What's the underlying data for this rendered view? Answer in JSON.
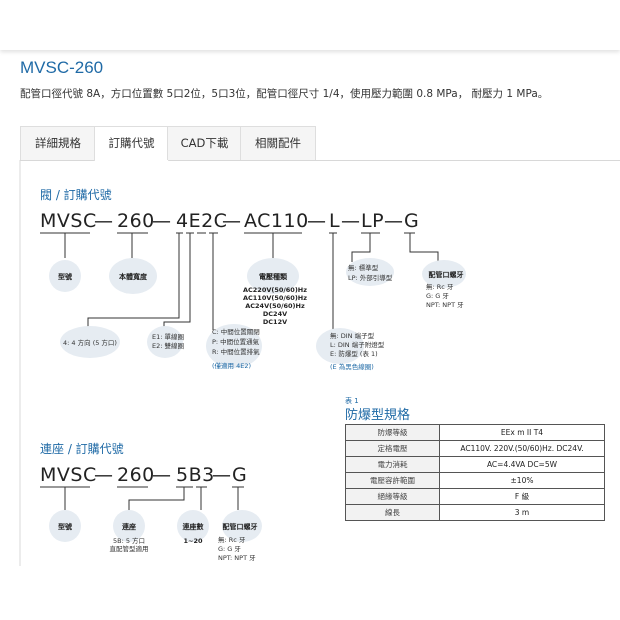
{
  "header": {
    "title": "MVSC-260",
    "description": "配管口徑代號 8A，方口位置數 5口2位，5口3位，配管口徑尺寸 1/4，使用壓力範圍 0.8 MPa， 耐壓力 1 MPa。"
  },
  "tabs": [
    {
      "label": "詳細規格",
      "active": false
    },
    {
      "label": "訂購代號",
      "active": true
    },
    {
      "label": "CAD下載",
      "active": false
    },
    {
      "label": "相關配件",
      "active": false
    }
  ],
  "valve": {
    "section_title": "閥 / 訂購代號",
    "code_parts": [
      "MVSC",
      "—",
      "260",
      "—",
      "4E2C",
      "—",
      "AC110",
      "—",
      "L",
      "—",
      "LP",
      "—",
      "G"
    ],
    "bubble_model": "型號",
    "bubble_width": "本體寬度",
    "bubble_direction": "4: 4 方向 (5 方口)",
    "bubble_voltage": "電壓種類",
    "voltage_options": [
      "AC220V(50/60)Hz",
      "AC110V(50/60)Hz",
      "AC24V(50/60)Hz",
      "DC24V",
      "DC12V"
    ],
    "bubble_lp_title": "無: 標準型",
    "bubble_lp_sub": "LP: 外部引導型",
    "bubble_thread": "配管口螺牙",
    "thread_options": [
      "無: Rc 牙",
      "G: G 牙",
      "NPT: NPT 牙"
    ],
    "coil_options": [
      "E1: 單線圈",
      "E2: 雙線圈"
    ],
    "position_options": [
      "C: 中間位置關閉",
      "P: 中間位置通氣",
      "R: 中間位置排氣"
    ],
    "position_note": "(僅適用 4E2)",
    "terminal_options": [
      "無: DIN 端子型",
      "L: DIN 端子附燈型",
      "E: 防爆型 (表 1)"
    ],
    "terminal_note": "(E 為黑色線圈)"
  },
  "manifold": {
    "section_title": "連座 / 訂購代號",
    "code_parts": [
      "MVSC",
      "—",
      "260",
      "—",
      "5B3",
      "—",
      "G"
    ],
    "bubble_model": "型號",
    "bubble_base": "連座",
    "base_options": [
      "5B: 5 方口",
      "直配管型適用"
    ],
    "bubble_count": "連座數",
    "count_range": "1~20",
    "bubble_thread": "配管口螺牙",
    "thread_options": [
      "無: Rc 牙",
      "G: G 牙",
      "NPT: NPT 牙"
    ]
  },
  "specs": {
    "subtitle": "表 1",
    "title": "防爆型規格",
    "rows": [
      {
        "key": "防爆等級",
        "value": "EEx m II T4"
      },
      {
        "key": "定格電壓",
        "value": "AC110V. 220V.(50/60)Hz. DC24V."
      },
      {
        "key": "電力消耗",
        "value": "AC=4.4VA  DC=5W"
      },
      {
        "key": "電壓容許範圍",
        "value": "±10%"
      },
      {
        "key": "絕緣等級",
        "value": "F 級"
      },
      {
        "key": "線長",
        "value": "3 m"
      }
    ]
  },
  "colors": {
    "accent": "#1f6aa6",
    "bubble": "#e6ecf2"
  }
}
